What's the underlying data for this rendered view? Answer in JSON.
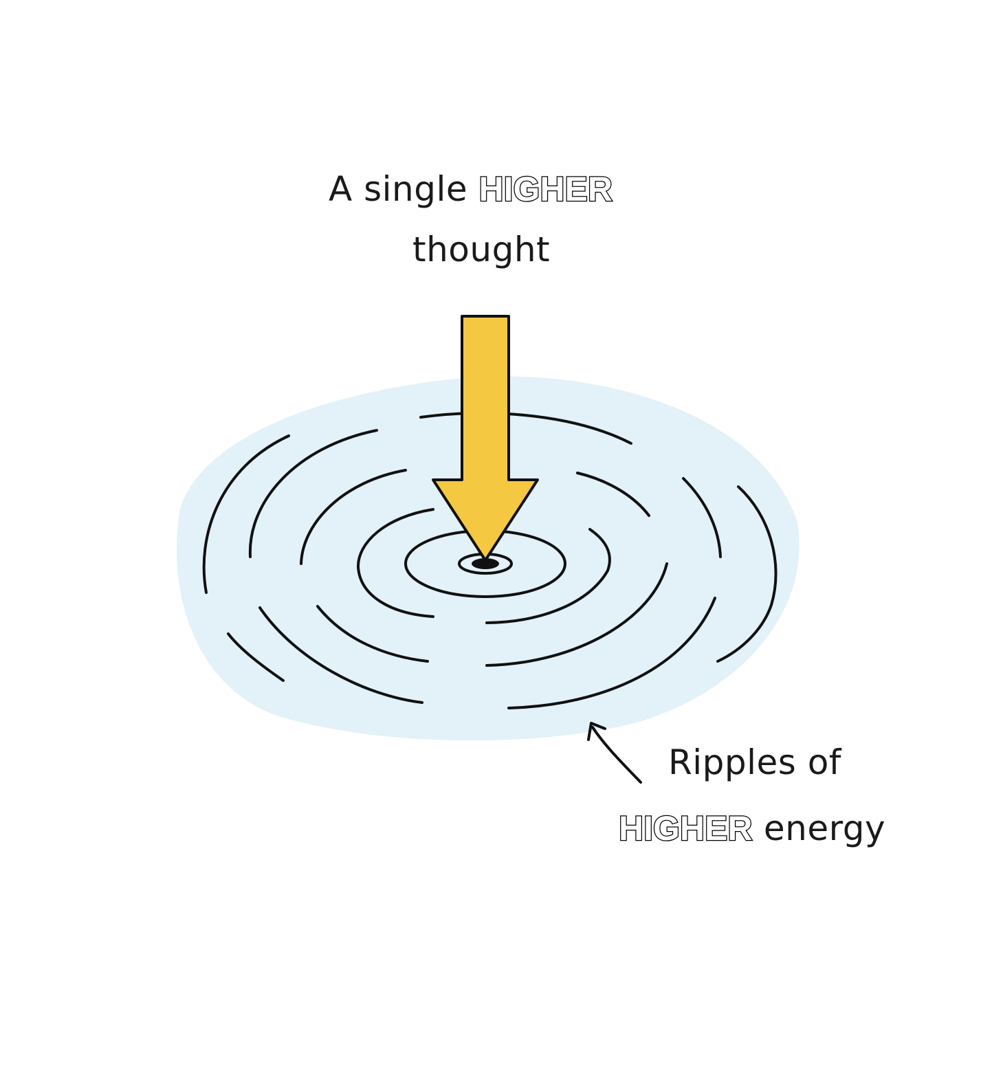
{
  "top_label": {
    "prefix": "A single",
    "highlight": "HIGHER",
    "line2": "thought"
  },
  "bottom_label": {
    "line1": "Ripples of",
    "highlight": "HIGHER",
    "suffix": "energy"
  },
  "colors": {
    "water": "#e3f1f8",
    "arrow_fill": "#f5c842",
    "ink": "#111111",
    "highlight_fill": "#ffffff"
  },
  "icons": {
    "main_arrow": "down-arrow-icon",
    "pointer_arrow": "curved-pointer-arrow-icon"
  }
}
